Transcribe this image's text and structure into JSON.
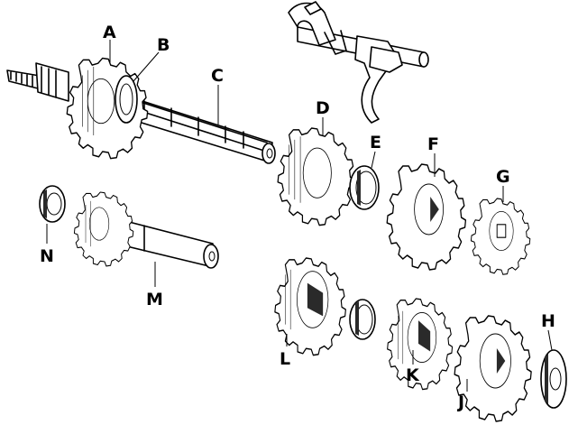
{
  "diagram": {
    "labels": {
      "A": "A",
      "B": "B",
      "C": "C",
      "D": "D",
      "E": "E",
      "F": "F",
      "G": "G",
      "H": "H",
      "J": "J",
      "K": "K",
      "L": "L",
      "M": "M",
      "N": "N"
    }
  }
}
